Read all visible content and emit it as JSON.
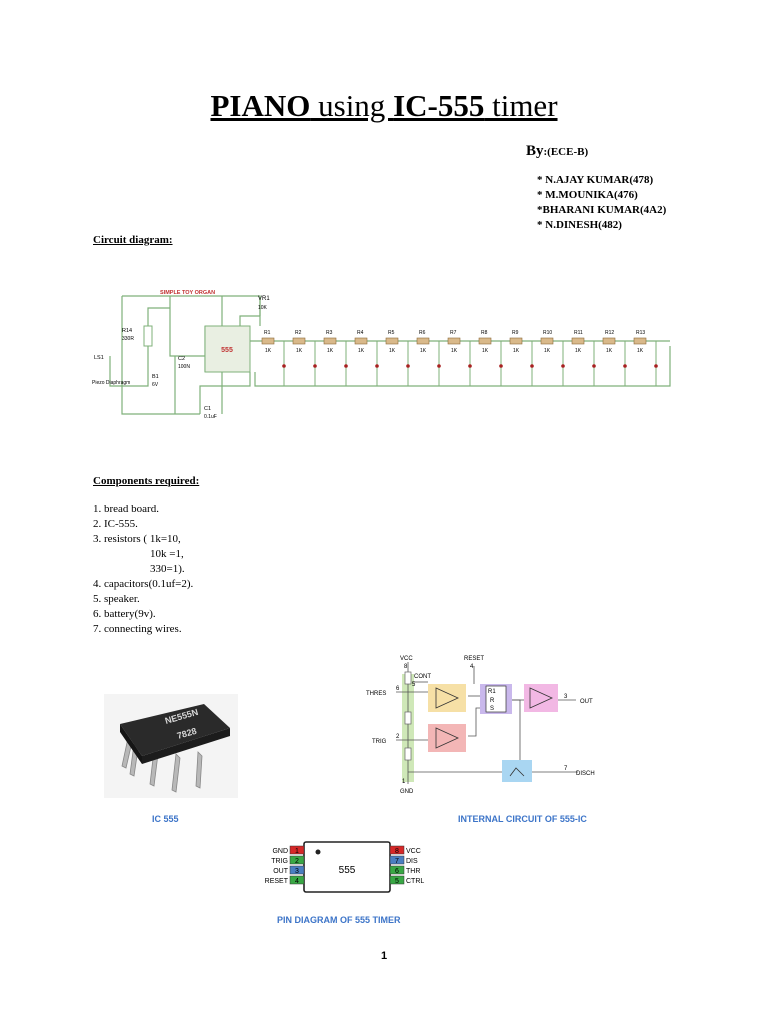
{
  "title": {
    "part1": "PIANO",
    "part2": " using ",
    "part3": "IC-555",
    "part4": " timer"
  },
  "by": {
    "label": "By",
    "group": ":(ECE-B)"
  },
  "authors": [
    "* N.AJAY KUMAR(478)",
    "* M.MOUNIKA(476)",
    "*BHARANI KUMAR(4A2)",
    "* N.DINESH(482)"
  ],
  "circuit_heading": "Circuit diagram:",
  "circuit": {
    "title": "SIMPLE TOY ORGAN",
    "vr1": "VR1",
    "vr1_val": "10K",
    "r14": "R14",
    "r14_val": "330R",
    "ls1": "LS1",
    "ls1_desc": "Piezo Diaphragm",
    "c2": "C2",
    "c2_val": "100N",
    "b1": "B1",
    "b1_val": "6V",
    "c1": "C1",
    "c1_val": "0.1uF",
    "ic": "555",
    "resistors": [
      "R1",
      "R2",
      "R3",
      "R4",
      "R5",
      "R6",
      "R7",
      "R8",
      "R9",
      "R10",
      "R11",
      "R12",
      "R13"
    ],
    "resistor_val": "1K"
  },
  "components_heading": "Components required:",
  "components": [
    "1. bread board.",
    "2. IC-555.",
    "3. resistors  ( 1k=10,",
    "10k =1,",
    "330=1).",
    "4. capacitors(0.1uf=2).",
    "5. speaker.",
    "6. battery(9v).",
    "7. connecting wires."
  ],
  "chip_marking": {
    "line1": "NE555N",
    "line2": "7828"
  },
  "internal": {
    "vcc": "VCC",
    "reset": "RESET",
    "cont": "CONT",
    "thres": "THRES",
    "trig": "TRIG",
    "out": "OUT",
    "disch": "DISCH",
    "gnd": "GND",
    "ff": [
      "R1",
      "R",
      "S"
    ],
    "pins": {
      "vcc": "8",
      "reset": "4",
      "cont": "5",
      "thres": "6",
      "trig": "2",
      "out": "3",
      "disch": "7",
      "gnd": "1"
    }
  },
  "captions": {
    "ic": "IC 555",
    "internal": "INTERNAL CIRCUIT OF 555-IC",
    "pins": "PIN DIAGRAM OF 555 TIMER"
  },
  "pin_diagram": {
    "chip": "555",
    "left": [
      {
        "num": "1",
        "label": "GND"
      },
      {
        "num": "2",
        "label": "TRIG"
      },
      {
        "num": "3",
        "label": "OUT"
      },
      {
        "num": "4",
        "label": "RESET"
      }
    ],
    "right": [
      {
        "num": "8",
        "label": "VCC"
      },
      {
        "num": "7",
        "label": "DIS"
      },
      {
        "num": "6",
        "label": "THR"
      },
      {
        "num": "5",
        "label": "CTRL"
      }
    ]
  },
  "colors": {
    "caption": "#3c74c8",
    "circuit_line": "#7fb07a",
    "pin_red": "#d62828",
    "pin_green": "#39a845",
    "pin_blue": "#4a7fc1"
  },
  "page_number": "1"
}
